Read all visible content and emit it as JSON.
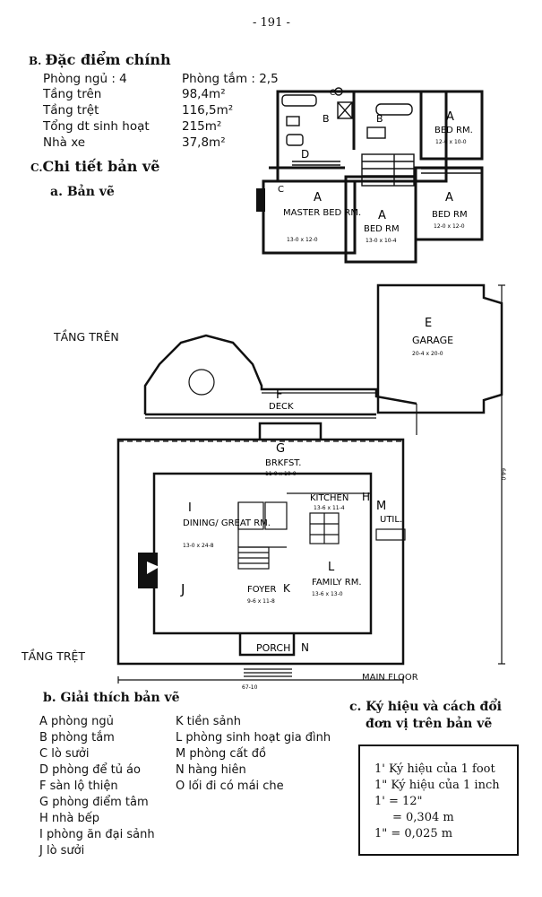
{
  "page_number": "- 191 -",
  "section_b": {
    "letter": "B.",
    "title": "Đặc điểm chính",
    "specs_left": [
      {
        "label": "Phòng ngủ : 4"
      },
      {
        "label": "Tầng trên"
      },
      {
        "label": "Tầng trệt"
      },
      {
        "label": "Tổng dt sinh hoạt"
      },
      {
        "label": "Nhà xe"
      }
    ],
    "specs_right": [
      {
        "value": "Phòng tắm : 2,5"
      },
      {
        "value": "98,4m²"
      },
      {
        "value": "116,5m²"
      },
      {
        "value": "215m²"
      },
      {
        "value": "37,8m²"
      }
    ]
  },
  "section_c": {
    "letter": "C.",
    "title": "Chi tiết bản vẽ",
    "sub_a": "a. Bản vẽ"
  },
  "upper_plan": {
    "rooms": [
      {
        "letter": "A",
        "name": "BED RM.",
        "dims": "12-0 x 10-0"
      },
      {
        "letter": "A",
        "name": "MASTER BED RM.",
        "dims": "13-0 x 12-0"
      },
      {
        "letter": "A",
        "name": "BED RM",
        "dims": "13-0 x 10-4"
      },
      {
        "letter": "A",
        "name": "BED RM",
        "dims": "12-0 x 12-0"
      }
    ],
    "marks": {
      "b1": "B",
      "b2": "B",
      "c": "C",
      "d": "D",
      "c2": "C"
    }
  },
  "main_plan": {
    "tang_tren": "TẦNG TRÊN",
    "tang_tret": "TẦNG TRỆT",
    "main_floor": "MAIN FLOOR",
    "garage": {
      "letter": "E",
      "name": "GARAGE",
      "dims": "20-4 x 20-0"
    },
    "deck": {
      "letter": "F",
      "name": "DECK"
    },
    "brkfst": {
      "letter": "G",
      "name": "BRKFST.",
      "dims": "11-0 x 10-0"
    },
    "kitchen": {
      "name": "KITCHEN",
      "letter": "H",
      "dims": "13-6 x 11-4"
    },
    "util": {
      "letter": "M",
      "name": "UTIL."
    },
    "dining": {
      "letter": "I",
      "name": "DINING/ GREAT RM.",
      "dims": "13-0 x 24-8"
    },
    "fireplace": {
      "letter": "J"
    },
    "foyer": {
      "name": "FOYER",
      "letter": "K",
      "dims": "9-6 x 11-8"
    },
    "family": {
      "letter": "L",
      "name": "FAMILY RM.",
      "dims": "13-6 x 13-0"
    },
    "porch": {
      "name": "PORCH",
      "letter": "N"
    },
    "width_dim": "67-10",
    "depth_dim": "64-0"
  },
  "section_b2": {
    "title": "b. Giải thích bản vẽ",
    "legend_left": [
      "A phòng ngủ",
      "B phòng tắm",
      "C lò sưởi",
      "D phòng để tủ áo",
      "F sàn lộ thiện",
      "G phòng điểm tâm",
      "H nhà bếp",
      "I  phòng ăn đại sảnh",
      "J lò sưởi"
    ],
    "legend_right": [
      "K  tiền sảnh",
      "L  phòng sinh hoạt gia đình",
      "M  phòng cất đồ",
      "N  hàng hiên",
      "O  lối đi có mái che"
    ]
  },
  "section_c2": {
    "title_line1": "c. Ký hiệu và cách đổi",
    "title_line2": "đơn vị trên bản vẽ",
    "box": [
      "1' Ký hiệu của 1 foot",
      "1\" Ký hiệu của 1 inch",
      "1'  = 12\"",
      "= 0,304 m",
      "1\"  = 0,025 m"
    ]
  }
}
